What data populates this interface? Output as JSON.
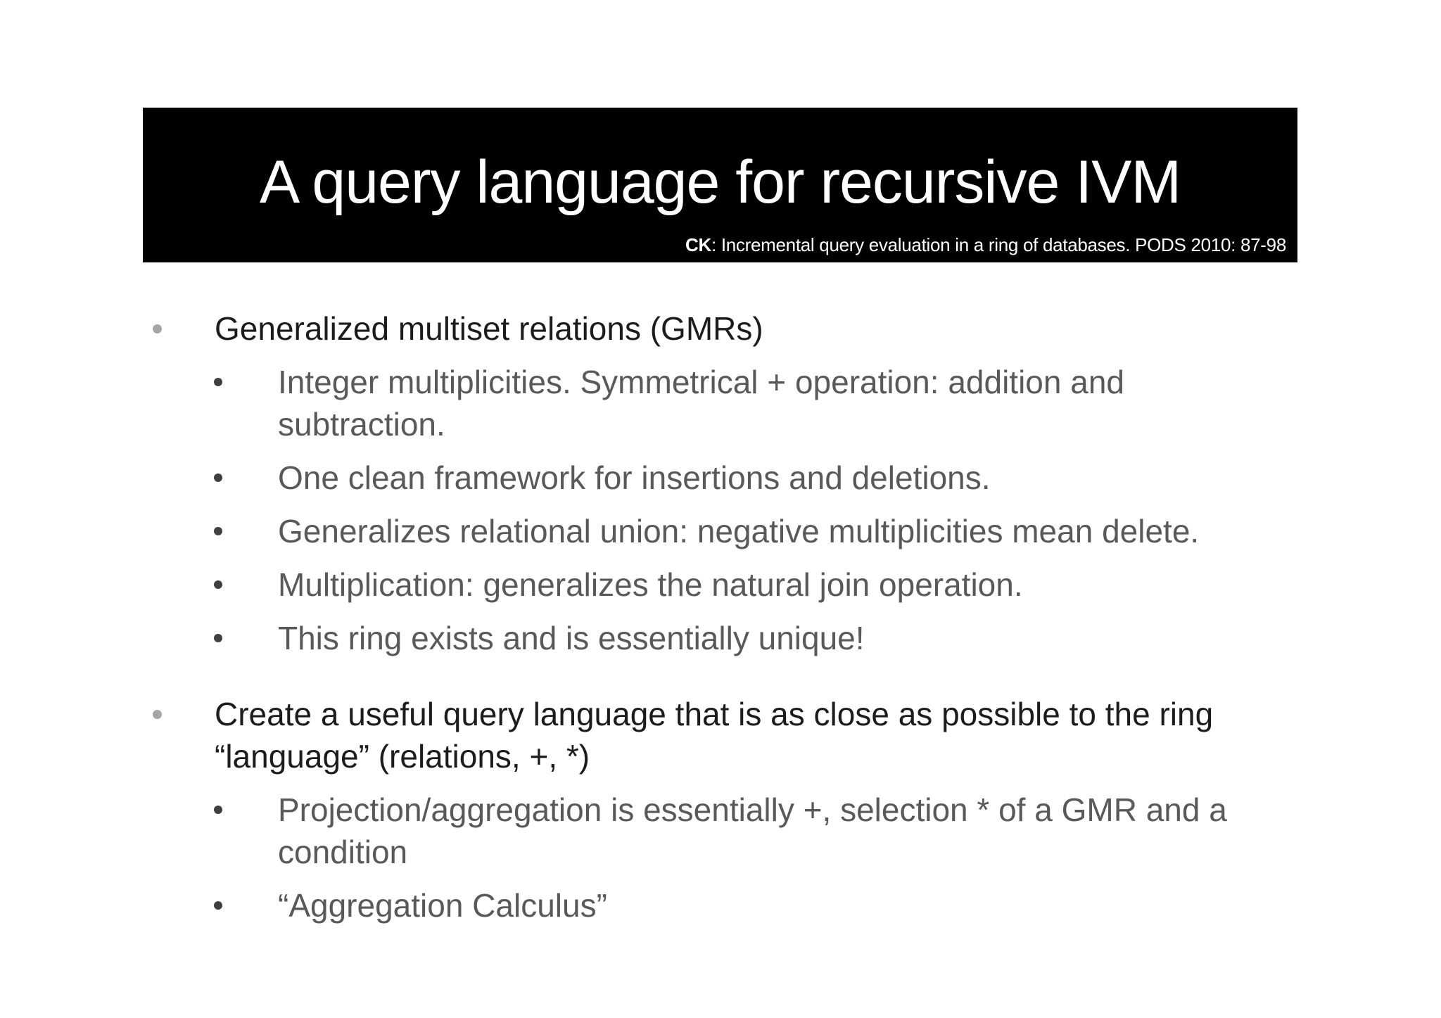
{
  "slide": {
    "colors": {
      "slide_bg": "#ffffff",
      "header_bg": "#010101",
      "header_fg": "#ffffff",
      "level1_text": "#1c1c1c",
      "level2_text": "#595959",
      "level1_bullet": "#a6a6a6",
      "level2_bullet": "#404040"
    },
    "header": {
      "title": "A query language for recursive IVM",
      "citation_bold": "CK",
      "citation_rest": ": Incremental query evaluation in a ring of databases. PODS 2010: 87-98"
    },
    "bullets": [
      {
        "level": 1,
        "spaced": false,
        "lines": [
          "Generalized multiset relations (GMRs)"
        ]
      },
      {
        "level": 2,
        "spaced": false,
        "lines": [
          "Integer multiplicities. Symmetrical + operation: addition and",
          "subtraction."
        ]
      },
      {
        "level": 2,
        "spaced": false,
        "lines": [
          "One clean framework for insertions and deletions."
        ]
      },
      {
        "level": 2,
        "spaced": false,
        "lines": [
          "Generalizes relational union: negative multiplicities mean delete."
        ]
      },
      {
        "level": 2,
        "spaced": false,
        "lines": [
          "Multiplication: generalizes the natural join operation."
        ]
      },
      {
        "level": 2,
        "spaced": false,
        "lines": [
          "This ring exists and is essentially unique!"
        ]
      },
      {
        "level": 1,
        "spaced": true,
        "lines": [
          "Create a useful query language that is as close as possible to the ring",
          "“language” (relations, +, *)"
        ]
      },
      {
        "level": 2,
        "spaced": false,
        "lines": [
          "Projection/aggregation is essentially +, selection * of a GMR and a",
          "condition"
        ]
      },
      {
        "level": 2,
        "spaced": false,
        "lines": [
          "“Aggregation Calculus”"
        ]
      }
    ]
  }
}
